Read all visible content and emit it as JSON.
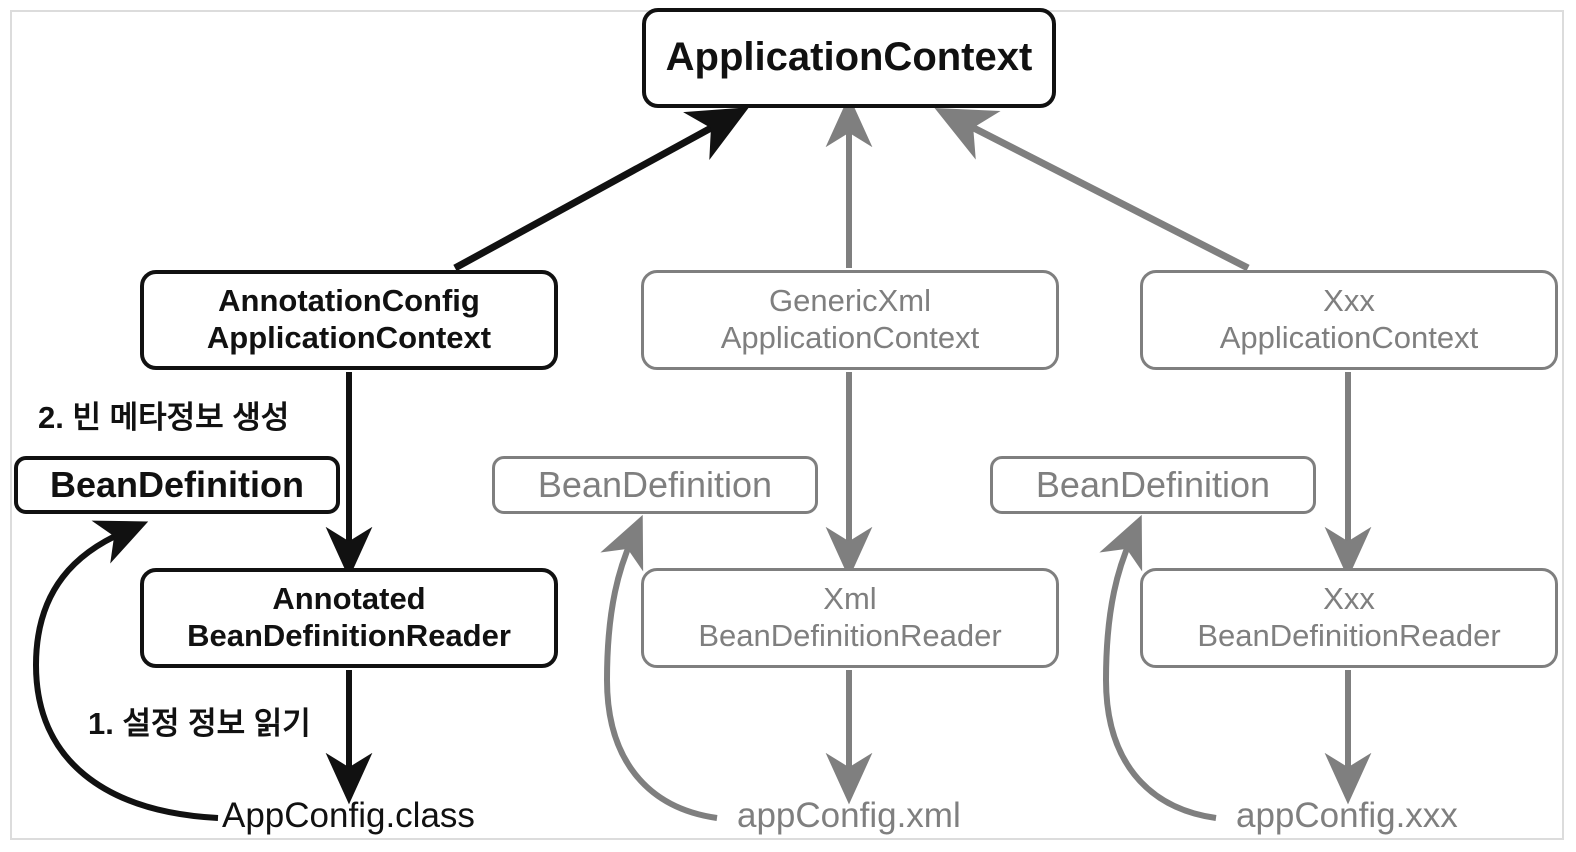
{
  "diagram": {
    "title_node": "ApplicationContext",
    "frame_color": "#dcdcdc",
    "active_color": "#111111",
    "inactive_color": "#7f7f7f",
    "columns": [
      {
        "id": "annotation",
        "emphasis": "active",
        "context": {
          "line1": "AnnotationConfig",
          "line2": "ApplicationContext"
        },
        "bean_definition": "BeanDefinition",
        "reader": {
          "line1": "Annotated",
          "line2": "BeanDefinitionReader"
        },
        "config_file": "AppConfig.class"
      },
      {
        "id": "genericxml",
        "emphasis": "inactive",
        "context": {
          "line1": "GenericXml",
          "line2": "ApplicationContext"
        },
        "bean_definition": "BeanDefinition",
        "reader": {
          "line1": "Xml",
          "line2": "BeanDefinitionReader"
        },
        "config_file": "appConfig.xml"
      },
      {
        "id": "xxx",
        "emphasis": "inactive",
        "context": {
          "line1": "Xxx",
          "line2": "ApplicationContext"
        },
        "bean_definition": "BeanDefinition",
        "reader": {
          "line1": "Xxx",
          "line2": "BeanDefinitionReader"
        },
        "config_file": "appConfig.xxx"
      }
    ],
    "steps": [
      {
        "id": "step-1",
        "label": "1. 설정 정보 읽기"
      },
      {
        "id": "step-2",
        "label": "2. 빈 메타정보 생성"
      }
    ]
  }
}
